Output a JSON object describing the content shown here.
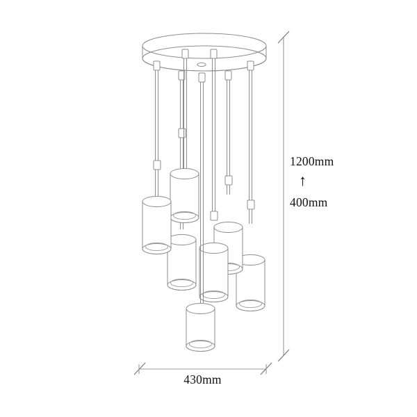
{
  "drawing": {
    "title": "Pendant lamp dimension drawing",
    "subject": "7-light cluster cylinder pendant chandelier",
    "view": "front elevation with dimensions",
    "background_color": "#ffffff",
    "line_color": "#8d8d8d",
    "text_color": "#111111"
  },
  "dimensions": {
    "height_total": {
      "value": "1200mm",
      "description": "overall maximum drop height"
    },
    "height_drop": {
      "value": "400mm",
      "description": "minimum drop height"
    },
    "arrow": {
      "glyph": "↑",
      "name": "up-arrow-icon",
      "description": "adjustable range indicator between 400mm and 1200mm"
    },
    "width": {
      "value": "430mm",
      "description": "canopy plate diameter"
    }
  },
  "fixture": {
    "canopy": {
      "name": "round ceiling canopy plate",
      "shape": "ellipse-disc",
      "center_hole": true,
      "cable_outlets": 7
    },
    "pendants": [
      {
        "id": 1,
        "shade": "cylinder",
        "cord_grip": true
      },
      {
        "id": 2,
        "shade": "cylinder",
        "cord_grip": true
      },
      {
        "id": 3,
        "shade": "cylinder",
        "cord_grip": true
      },
      {
        "id": 4,
        "shade": "cylinder",
        "cord_grip": true
      },
      {
        "id": 5,
        "shade": "cylinder",
        "cord_grip": true
      },
      {
        "id": 6,
        "shade": "cylinder",
        "cord_grip": true
      },
      {
        "id": 7,
        "shade": "cylinder",
        "cord_grip": true
      }
    ]
  }
}
